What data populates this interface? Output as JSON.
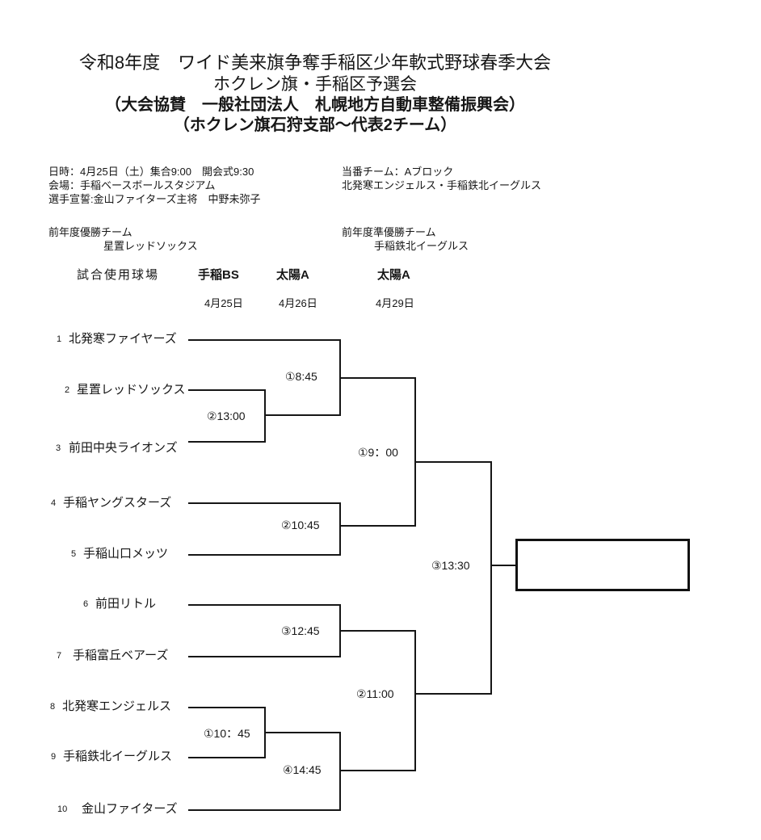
{
  "header": {
    "title": "令和8年度　ワイド美来旗争奪手稲区少年軟式野球春季大会",
    "subtitle": "ホクレン旗・手稲区予選会",
    "sponsor_line": "（大会協賛　一般社団法人　札幌地方自動車整備振興会）",
    "branch_line": "（ホクレン旗石狩支部～代表2チーム）"
  },
  "info": {
    "datetime_line": "日時：4月25日（土）集合9:00　開会式9:30",
    "venue_line": "会場：手稲ベースボールスタジアム",
    "oath_line": "選手宣誓:金山ファイターズ主将　中野未弥子",
    "duty_line": "当番チーム：Aブロック",
    "duty_teams_line": "北発寒エンジェルス・手稲鉄北イーグルス",
    "prev_champion_label": "前年度優勝チーム",
    "prev_champion": "星置レッドソックス",
    "prev_runnerup_label": "前年度準優勝チーム",
    "prev_runnerup": "手稲鉄北イーグルス"
  },
  "schedule": {
    "grounds_label": "試合使用球場",
    "venues": [
      "手稲BS",
      "太陽A",
      "太陽A"
    ],
    "dates": [
      "4月25日",
      "4月26日",
      "4月29日"
    ]
  },
  "bracket": {
    "teams": [
      {
        "num": "1",
        "name": "北発寒ファイヤーズ"
      },
      {
        "num": "2",
        "name": "星置レッドソックス"
      },
      {
        "num": "3",
        "name": "前田中央ライオンズ"
      },
      {
        "num": "4",
        "name": "手稲ヤングスターズ"
      },
      {
        "num": "5",
        "name": "手稲山口メッツ"
      },
      {
        "num": "6",
        "name": "前田リトル"
      },
      {
        "num": "7",
        "name": "手稲富丘ベアーズ"
      },
      {
        "num": "8",
        "name": "北発寒エンジェルス"
      },
      {
        "num": "9",
        "name": "手稲鉄北イーグルス"
      },
      {
        "num": "10",
        "name": "金山ファイターズ"
      }
    ],
    "matches": [
      {
        "label": "①8:45"
      },
      {
        "label": "②13:00"
      },
      {
        "label": "②10:45"
      },
      {
        "label": "①9：00"
      },
      {
        "label": "③12:45"
      },
      {
        "label": "①10：45"
      },
      {
        "label": "④14:45"
      },
      {
        "label": "②11:00"
      },
      {
        "label": "③13:30"
      }
    ]
  }
}
